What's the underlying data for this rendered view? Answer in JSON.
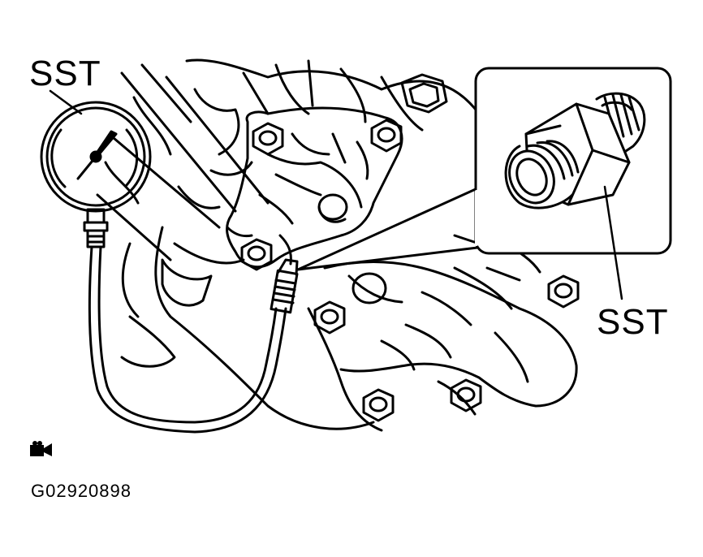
{
  "labels": {
    "tool_gauge": "SST",
    "tool_fitting": "SST",
    "figure_code": "G02920898"
  },
  "icons": [
    "camera-icon"
  ],
  "colors": {
    "ink": "#000000",
    "paper": "#ffffff"
  }
}
